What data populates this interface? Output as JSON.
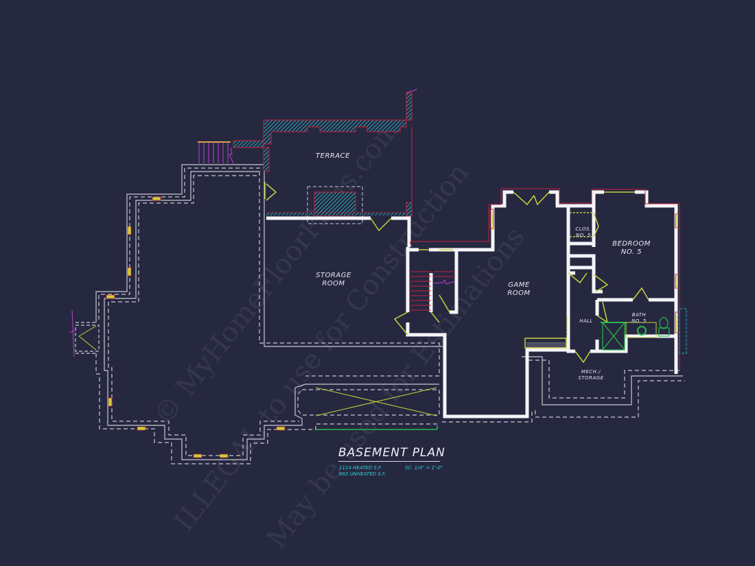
{
  "plan": {
    "title": "BASEMENT PLAN",
    "heated_area": "1114 HEATED S.F.",
    "unheated_area": "662 UNHEATED S.F.",
    "scale": "SC. 1/4\" = 1'-0\""
  },
  "rooms": [
    {
      "id": "terrace",
      "label": "TERRACE"
    },
    {
      "id": "storage-room",
      "label": "STORAGE\nROOM"
    },
    {
      "id": "game-room",
      "label": "GAME\nROOM"
    },
    {
      "id": "closet-5",
      "label": "CLOS.\nNO. 5"
    },
    {
      "id": "bedroom-5",
      "label": "BEDROOM\nNO. 5"
    },
    {
      "id": "bath-5",
      "label": "BATH\nNO. 5"
    },
    {
      "id": "hall",
      "label": "HALL"
    },
    {
      "id": "mech-storage",
      "label": "MECH./\nSTORAGE"
    }
  ],
  "watermark": {
    "line1": "© MyHomeFloorPlans.com",
    "line2": "ILLEGAL to use for Construction",
    "line3": "May be used for Estimations"
  },
  "colors": {
    "background": "#262840",
    "wall": "#f4f4f8",
    "foundation_dash": "#c8c8d4",
    "hatch": "#2aa8b8",
    "outline_red": "#c8203a",
    "door_yellow": "#c8d23a",
    "fixture_green": "#2ab84a",
    "note_cyan": "#2fd0d8",
    "magenta": "#c040d8"
  }
}
